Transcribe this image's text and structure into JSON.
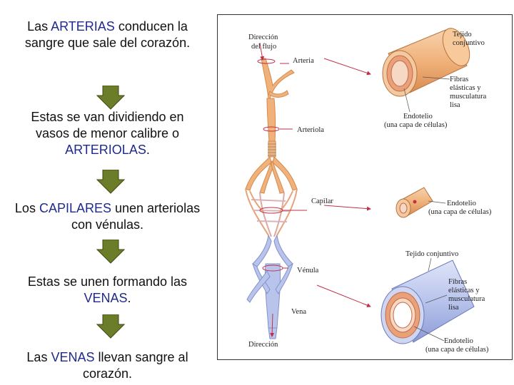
{
  "steps": [
    {
      "pre": "Las ",
      "hl": "ARTERIAS",
      "post": " conducen la sangre que sale del corazón."
    },
    {
      "pre": "Estas se van dividiendo en vasos de menor calibre o ",
      "hl": "ARTERIOLAS",
      "post": "."
    },
    {
      "pre": "Los ",
      "hl": "CAPILARES",
      "post": " unen arteriolas con vénulas."
    },
    {
      "pre": "Estas se unen formando las ",
      "hl": "VENAS",
      "post": "."
    },
    {
      "pre": "Las ",
      "hl": "VENAS",
      "post": " llevan sangre al corazón."
    }
  ],
  "figure": {
    "flow_top": [
      "Dirección",
      "del flujo"
    ],
    "arteria": "Arteria",
    "arteriola": "Arteriola",
    "capilar": "Capilar",
    "venula": "Vénula",
    "vena": "Vena",
    "flow_bottom": "Dirección",
    "artery_tissue": [
      "Tejido",
      "conjuntivo"
    ],
    "artery_fibers": [
      "Fibras",
      "elásticas y",
      "musculatura",
      "lisa"
    ],
    "artery_endo": [
      "Endotelio",
      "(una capa de células)"
    ],
    "cap_endo": [
      "Endotelio",
      "(una capa de células)"
    ],
    "vein_tissue": "Tejido conjuntivo",
    "vein_fibers": [
      "Fibras",
      "elásticas y",
      "musculatura",
      "lisa"
    ],
    "vein_endo": [
      "Endotelio",
      "(una capa de células)"
    ]
  },
  "colors": {
    "highlight": "#1f2a8c",
    "artery": "#f0b27a",
    "vein": "#b8c4ec",
    "arrow": "#6b7d28",
    "pointer": "#c0304a"
  }
}
